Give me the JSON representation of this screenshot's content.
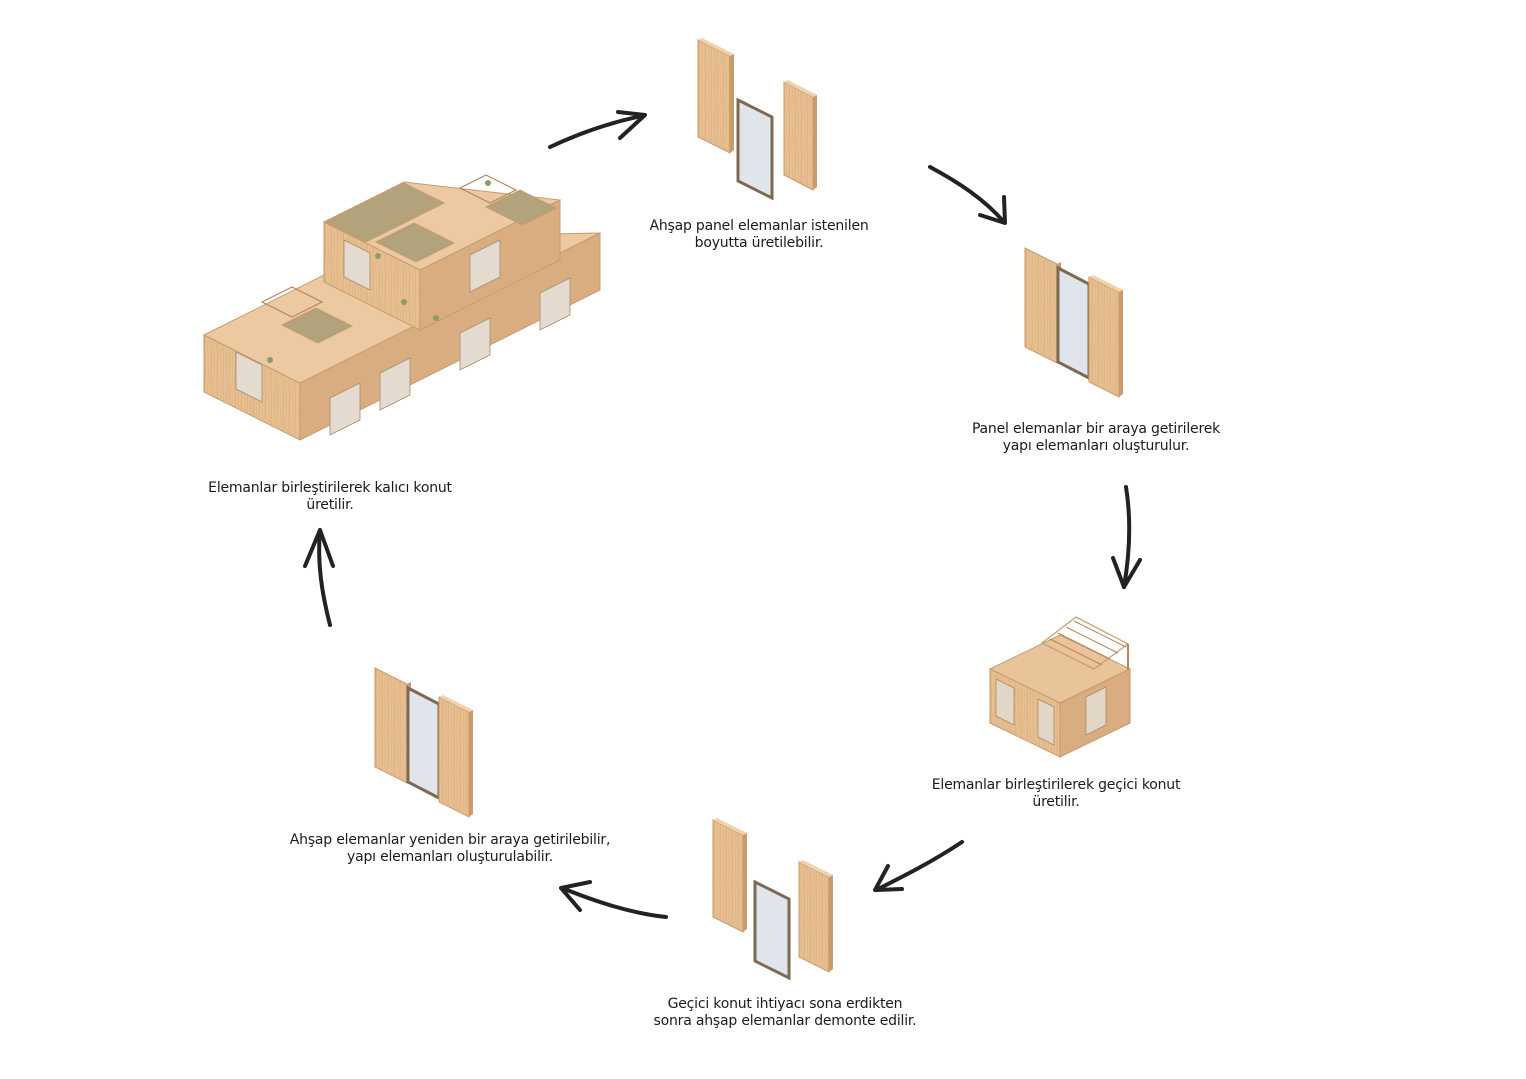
{
  "diagram": {
    "colors": {
      "wood": "#e7bf90",
      "wood_side": "#c99a6c",
      "wood_dark": "#b9855a",
      "grain": "#d7a878",
      "glass": "#dfe5ea",
      "frame": "#7d6a54",
      "roof": "#b2a37c",
      "arrow": "#222222"
    },
    "steps": [
      {
        "id": "production",
        "icon": "wood-panels-icon",
        "lines": [
          "Ahşap panel elemanlar istenilen",
          "boyutta üretilebilir."
        ]
      },
      {
        "id": "assembly",
        "icon": "panel-assembly-icon",
        "lines": [
          "Panel elemanlar bir araya getirilerek",
          "yapı elemanları oluşturulur."
        ]
      },
      {
        "id": "temporary-house",
        "icon": "temporary-house-icon",
        "lines": [
          "Elemanlar birleştirilerek geçici konut",
          "üretilir."
        ]
      },
      {
        "id": "dismantle",
        "icon": "wood-panels-icon",
        "lines": [
          "Geçici konut ihtiyacı sona erdikten",
          "sonra ahşap elemanlar demonte edilir."
        ]
      },
      {
        "id": "reassembly",
        "icon": "panel-assembly-icon",
        "lines": [
          "Ahşap elemanlar yeniden bir araya getirilebilir,",
          "yapı elemanları oluşturulabilir."
        ]
      },
      {
        "id": "permanent-house",
        "icon": "permanent-house-icon",
        "lines": [
          "Elemanlar birleştirilerek kalıcı konut",
          "üretilir."
        ]
      }
    ],
    "cycle_arrows": 6
  }
}
